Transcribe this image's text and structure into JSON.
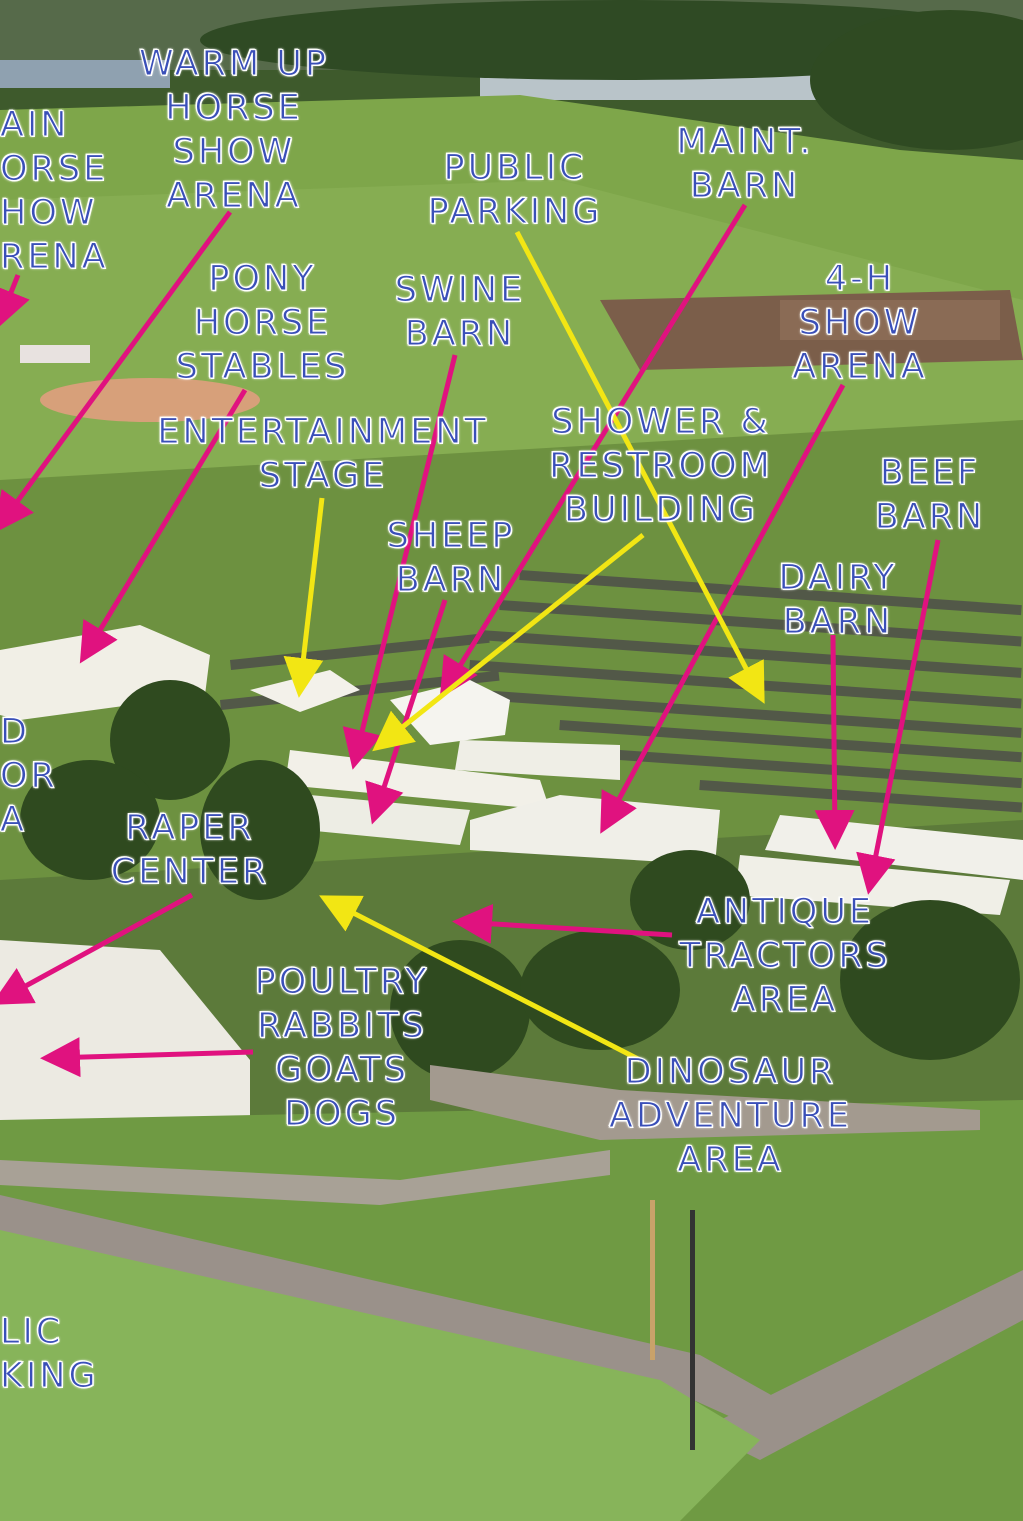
{
  "title": "Fairgrounds aerial map",
  "colors": {
    "pointer_magenta": "#e0127f",
    "pointer_yellow": "#f2e614",
    "label_text": "#3a4fb8",
    "label_outline": "#ffffff"
  },
  "labels": {
    "main_horse_show_arena": [
      "AIN",
      "ORSE",
      "HOW",
      "RENA"
    ],
    "warm_up_horse_show_arena": [
      "WARM UP",
      "HORSE",
      "SHOW",
      "ARENA"
    ],
    "public_parking_top": [
      "PUBLIC",
      "PARKING"
    ],
    "maint_barn": [
      "MAINT.",
      "BARN"
    ],
    "pony_horse_stables": [
      "PONY",
      "HORSE",
      "STABLES"
    ],
    "swine_barn": [
      "SWINE",
      "BARN"
    ],
    "four_h_show_arena": [
      "4-H",
      "SHOW",
      "ARENA"
    ],
    "entertainment_stage": [
      "ENTERTAINMENT",
      "STAGE"
    ],
    "shower_restroom_building": [
      "SHOWER &",
      "RESTROOM",
      "BUILDING"
    ],
    "beef_barn": [
      "BEEF",
      "BARN"
    ],
    "sheep_barn": [
      "SHEEP",
      "BARN"
    ],
    "dairy_barn": [
      "DAIRY",
      "BARN"
    ],
    "left_edge_arena": [
      "D",
      "OR",
      "A"
    ],
    "raper_center": [
      "RAPER",
      "CENTER"
    ],
    "antique_tractors_area": [
      "ANTIQUE",
      "TRACTORS",
      "AREA"
    ],
    "poultry_rabbits_goats_dogs": [
      "POULTRY",
      "RABBITS",
      "GOATS",
      "DOGS"
    ],
    "dinosaur_adventure_area": [
      "DINOSAUR",
      "ADVENTURE",
      "AREA"
    ],
    "public_parking_bottom": [
      "LIC",
      "KING"
    ]
  }
}
